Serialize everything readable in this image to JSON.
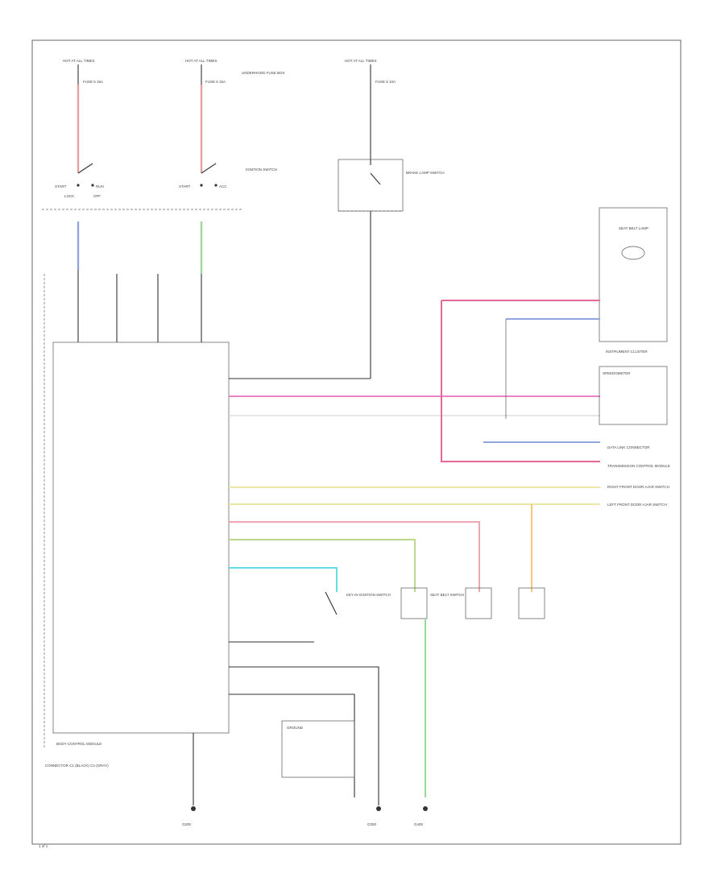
{
  "colors": {
    "red": "#e8a0a0",
    "pink": "#ec82c8",
    "magenta": "#e6679a",
    "blue": "#93a6dc",
    "green": "#9cd79c",
    "yellow": "#ede7a7",
    "orange": "#f2c77e",
    "cyan": "#63dde8",
    "olive": "#bdd98c",
    "pink_light": "#f0a6b0"
  },
  "diagram": {
    "fuse_label_left": "HOT AT ALL TIMES",
    "fuse_label_mid": "HOT AT ALL TIMES",
    "fuse_label_right": "HOT AT ALL TIMES",
    "fuse_left": "FUSE 5 15A",
    "fuse_mid": "FUSE 9 15A",
    "fuse_right": "FUSE 6 10A",
    "ignition_switch": "IGNITION SWITCH",
    "brake_switch": "BRAKE LAMP SWITCH",
    "fuse_box": "UNDERHOOD FUSE BOX",
    "start": "START",
    "run": "RUN",
    "off": "OFF",
    "lock": "LOCK",
    "acc": "ACC",
    "seat_belt_lamp": "SEAT BELT LAMP",
    "cluster": "INSTRUMENT CLUSTER",
    "speedometer": "SPEEDOMETER",
    "body_module": "BODY CONTROL MODULE",
    "ground": "GROUND",
    "connector_note": "CONNECTOR C1 (BLACK) C2 (GRAY)",
    "data_link": "DATA LINK CONNECTOR",
    "tcm": "TRANSMISSION CONTROL MODULE",
    "right_door": "RIGHT FRONT DOOR AJAR SWITCH",
    "left_door": "LEFT FRONT DOOR AJAR SWITCH",
    "key_switch": "KEY IN IGNITION SWITCH",
    "seat_belt_switch": "SEAT BELT SWITCH",
    "g1": "G200",
    "g2": "G300",
    "g3": "G400",
    "page_ref": "1 of 1"
  }
}
